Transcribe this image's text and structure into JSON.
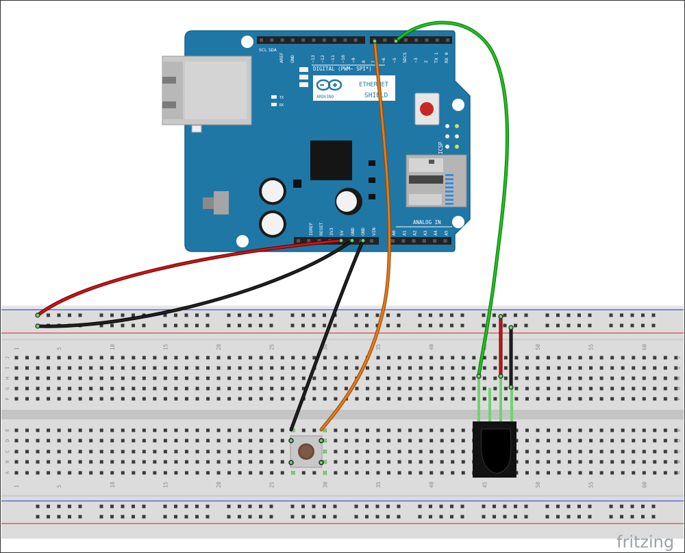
{
  "board": {
    "header_top_left": [
      "SCL",
      "SDA"
    ],
    "header_top_labels": [
      "AREF",
      "GND",
      "~13",
      "~12",
      "~11",
      "~10",
      "~9",
      "8",
      "7",
      "~6",
      "~5",
      "SDCS",
      "~3",
      "2",
      "TX 1",
      "RX 0"
    ],
    "digital_label": "DIGITAL (PWM~ SPI*)",
    "logo_text": "ARDUINO",
    "title_line1": "ETHERNET",
    "title_line2": "SHIELD",
    "tx_label": "TX",
    "rx_label": "RX",
    "icsp_label": "ICSP",
    "analog_label": "ANALOG IN",
    "power_labels": [
      "IOREF",
      "RESET",
      "3V3",
      "5V",
      "GND",
      "GND",
      "VIN"
    ],
    "analog_pins": [
      "A0",
      "A1",
      "A2",
      "A3",
      "A4",
      "A5"
    ]
  },
  "breadboard": {
    "column_numbers": [
      "1",
      "5",
      "10",
      "15",
      "20",
      "25",
      "30",
      "35",
      "40",
      "45",
      "50",
      "55",
      "60"
    ],
    "rows_top": [
      "J",
      "I",
      "H",
      "G",
      "F"
    ],
    "rows_bottom": [
      "E",
      "D",
      "C",
      "B",
      "A"
    ]
  },
  "wires": {
    "red": "#cc1515",
    "black": "#222222",
    "orange": "#e87a17",
    "green": "#1ec41e"
  },
  "watermark": "fritzing"
}
